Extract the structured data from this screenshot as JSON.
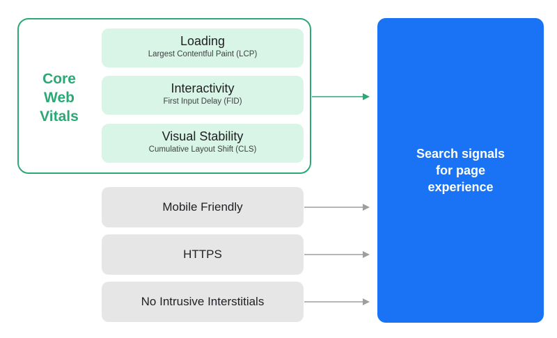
{
  "core_web_vitals": {
    "title_lines": [
      "Core",
      "Web",
      "Vitals"
    ],
    "metrics": [
      {
        "name": "Loading",
        "detail": "Largest Contentful Paint (LCP)"
      },
      {
        "name": "Interactivity",
        "detail": "First Input Delay (FID)"
      },
      {
        "name": "Visual Stability",
        "detail": "Cumulative Layout Shift (CLS)"
      }
    ]
  },
  "other_signals": [
    {
      "label": "Mobile Friendly"
    },
    {
      "label": "HTTPS"
    },
    {
      "label": "No Intrusive Interstitials"
    }
  ],
  "result": {
    "lines": [
      "Search signals",
      "for page",
      "experience"
    ]
  },
  "colors": {
    "core_web_vitals_accent": "#2aa876",
    "metric_fill": "#d9f5e7",
    "signal_fill": "#e6e6e6",
    "result_fill": "#1a73f5",
    "arrow_gray": "#9e9e9e"
  }
}
